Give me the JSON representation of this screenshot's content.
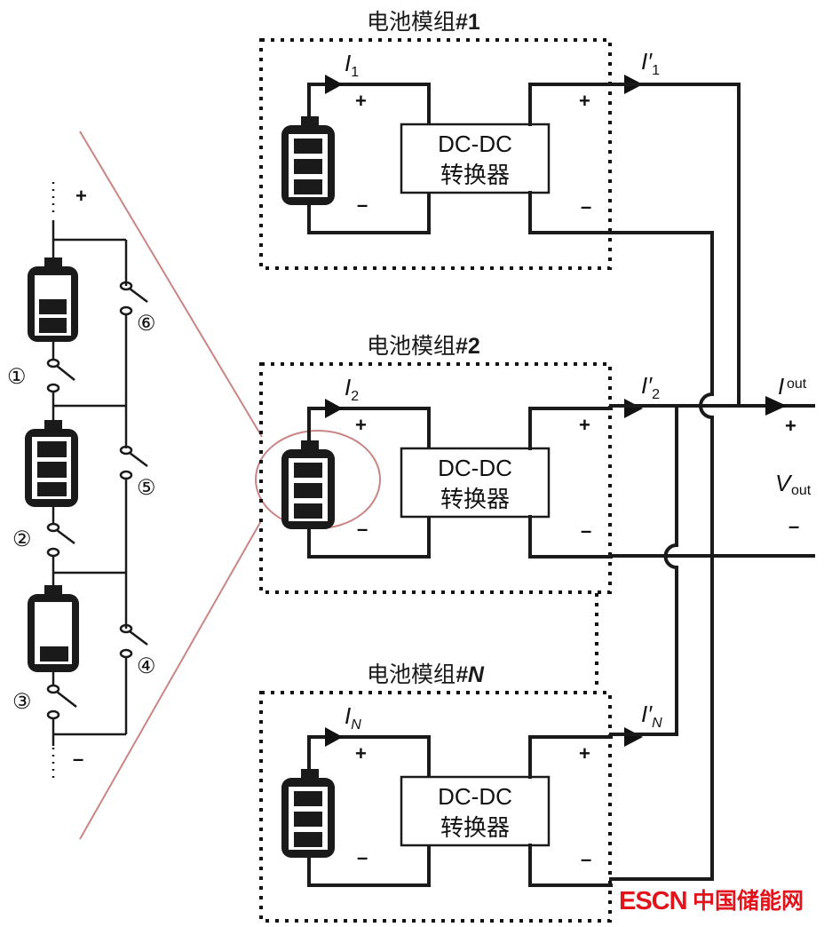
{
  "modules": [
    {
      "title_cn": "电池模组",
      "title_num": "#1",
      "i_in": "I",
      "i_in_sub": "1",
      "i_out": "I′",
      "i_out_sub": "1",
      "converter_line1": "DC-DC",
      "converter_line2": "转换器",
      "battery_bars": 3
    },
    {
      "title_cn": "电池模组",
      "title_num": "#2",
      "i_in": "I",
      "i_in_sub": "2",
      "i_out": "I′",
      "i_out_sub": "2",
      "converter_line1": "DC-DC",
      "converter_line2": "转换器",
      "battery_bars": 3
    },
    {
      "title_cn": "电池模组",
      "title_num": "#N",
      "i_in": "I",
      "i_in_sub": "N",
      "i_out": "I′",
      "i_out_sub": "N",
      "converter_line1": "DC-DC",
      "converter_line2": "转换器",
      "battery_bars": 3
    }
  ],
  "signs": {
    "plus": "+",
    "minus": "–"
  },
  "output": {
    "current": "I",
    "current_sub": "out",
    "voltage": "V",
    "voltage_sub": "out"
  },
  "detail": {
    "cells": [
      {
        "bars": 2,
        "switch": "①"
      },
      {
        "bars": 3,
        "switch": "②"
      },
      {
        "bars": 1,
        "switch": "③"
      }
    ],
    "bypass_switches": [
      "⑥",
      "⑤",
      "④"
    ]
  },
  "watermark": {
    "brand": "ESCN",
    "name": "中国储能网",
    "color": "#e2141b"
  },
  "colors": {
    "ink": "#1a1a1a",
    "zoom_highlight": "#c98585"
  }
}
